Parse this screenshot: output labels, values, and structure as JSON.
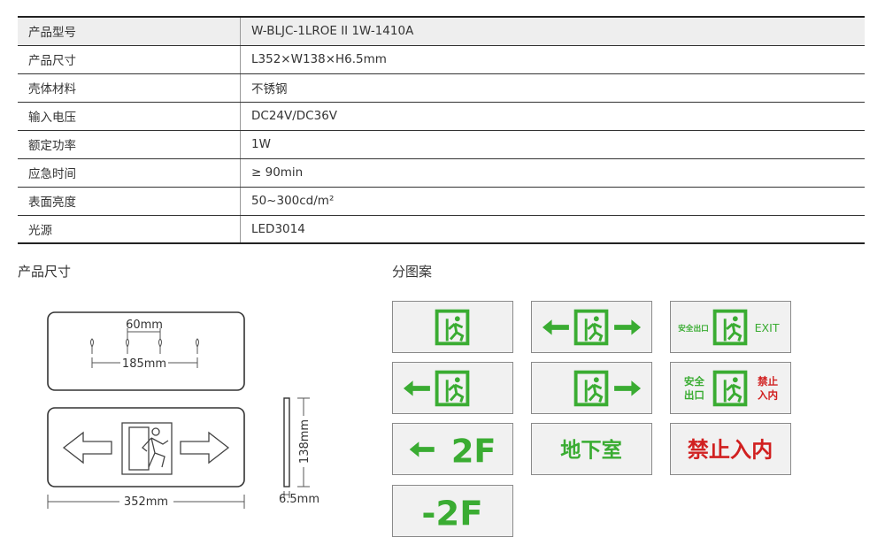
{
  "spec": {
    "rows": [
      {
        "key": "产品型号",
        "value": "W-BLJC-1LROE II 1W-1410A"
      },
      {
        "key": "产品尺寸",
        "value": "L352×W138×H6.5mm"
      },
      {
        "key": "壳体材料",
        "value": "不锈钢"
      },
      {
        "key": "输入电压",
        "value": "DC24V/DC36V"
      },
      {
        "key": "额定功率",
        "value": "1W"
      },
      {
        "key": "应急时间",
        "value": "≥ 90min"
      },
      {
        "key": "表面亮度",
        "value": "50~300cd/m²"
      },
      {
        "key": "光源",
        "value": "LED3014"
      }
    ]
  },
  "dimensions": {
    "title": "产品尺寸",
    "hole_spacing": "60mm",
    "mount_spacing": "185mm",
    "length": "352mm",
    "width": "138mm",
    "thickness": "6.5mm"
  },
  "patterns": {
    "title": "分图案",
    "exit_en": "EXIT",
    "safe_exit": "安全出口",
    "safe_exit_l1": "安全",
    "safe_exit_l2": "出口",
    "no_entry": "禁止入内",
    "no_entry_l1": "禁止",
    "no_entry_l2": "入内",
    "floor": "-2F",
    "floor_2f": "2F",
    "basement": "地下室",
    "colors": {
      "green": "#3aac32",
      "red": "#d12020"
    }
  }
}
